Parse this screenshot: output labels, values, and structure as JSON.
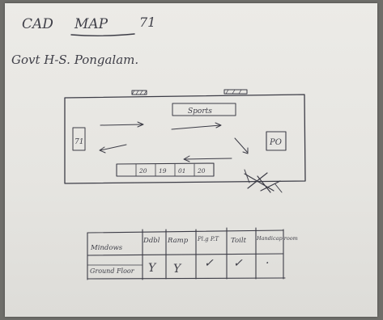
{
  "header": {
    "title_prefix": "CAD",
    "title_underlined": "MAP",
    "title_suffix": "71",
    "subtitle": "Govt H-S. Pongalam."
  },
  "map": {
    "labels": {
      "sports": "Sports",
      "left_block": "71",
      "po": "PO",
      "rooms": [
        "20",
        "19",
        "01",
        "20"
      ]
    }
  },
  "table": {
    "headers": [
      "Mindows",
      "Ddbl",
      "Ramp",
      "Pl.g P.T",
      "Toilt",
      "Handicap room"
    ],
    "row_label": "Ground Floor",
    "values": [
      "Y",
      "Y",
      "✓",
      "✓",
      "·"
    ]
  },
  "colors": {
    "ink": "#3c3c46",
    "paper": "#e9e8e4"
  }
}
